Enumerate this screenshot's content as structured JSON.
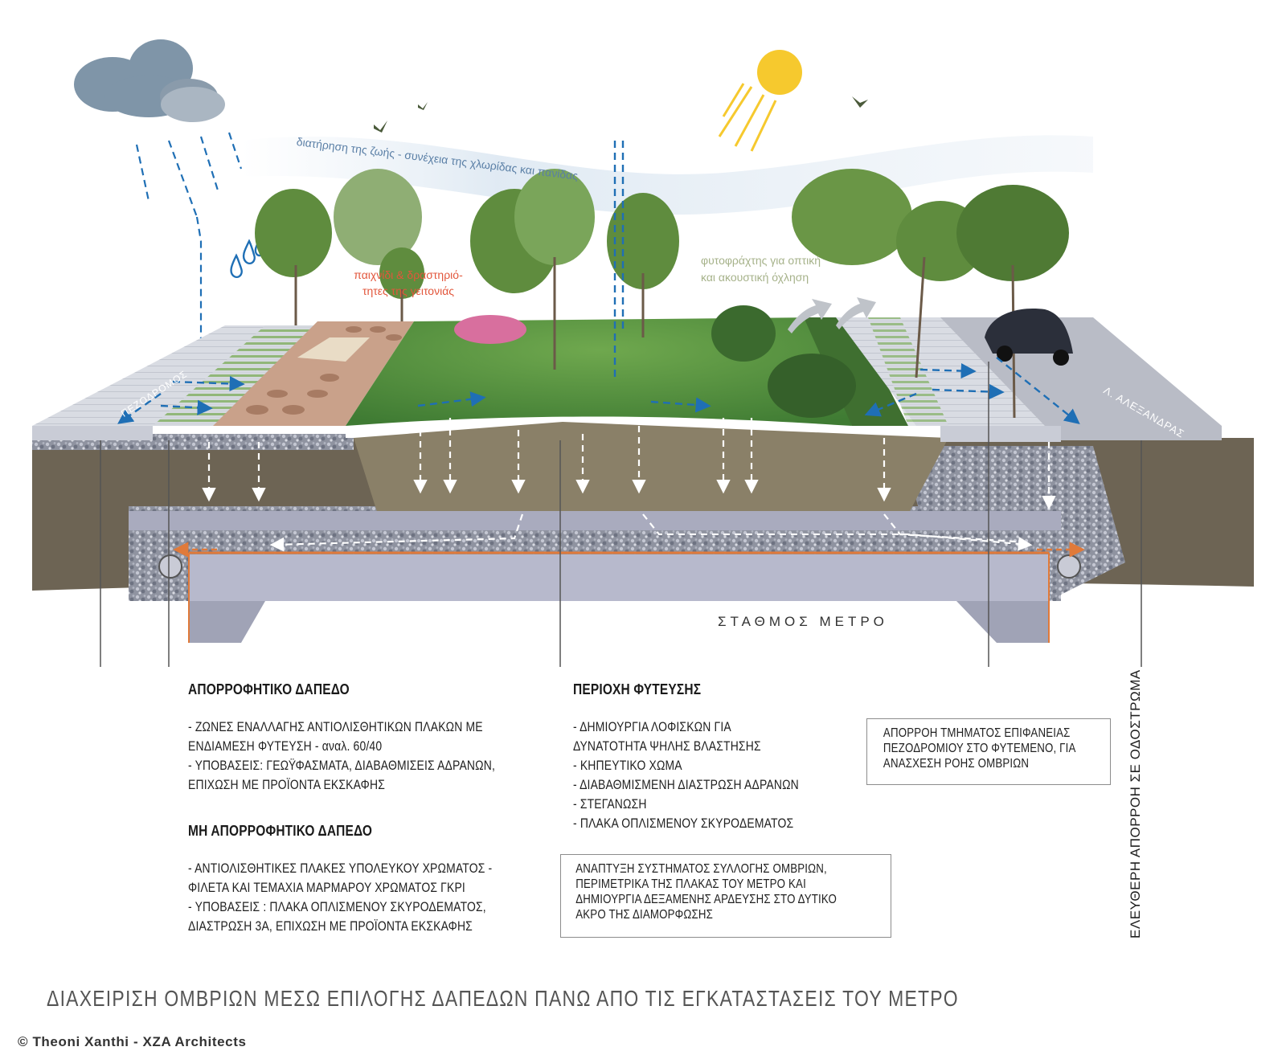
{
  "scene": {
    "curve_label": "διατήρηση της ζωής - συνέχεια της χλωρίδας και πανίδας",
    "play_label": [
      "παιχνίδι & δραστηριό-",
      "τητες της γειτονιάς"
    ],
    "buffer_label": [
      "φυτοφράχτης για οπτική",
      "και ακουστική όχληση"
    ],
    "sidewalk_label": "ΠΕΖΟΔΡΟΜΟΣ",
    "road_label": "Λ. ΑΛΕΞΑΝΔΡΑΣ",
    "metro_label": "ΣΤΑΘΜΟΣ ΜΕΤΡΟ",
    "colors": {
      "water": "#1f6fb5",
      "soil": "#6d6454",
      "gravel": "#9ca0ab",
      "concrete": "#a9abbe",
      "grass": "#4f8f3c",
      "deck": "#c9a18a",
      "sun": "#f6c92e",
      "cloud": "#7f95a8",
      "pipe_orange": "#e07a3a"
    }
  },
  "legend": {
    "absorbent": {
      "title": "ΑΠΟΡΡΟΦΗΤΙΚΟ ΔΑΠΕΔΟ",
      "lines": [
        "- ΖΩΝΕΣ ΕΝΑΛΛΑΓΗΣ ΑΝΤΙΟΛΙΣΘΗΤΙΚΩΝ ΠΛΑΚΩΝ ΜΕ",
        "ΕΝΔΙΑΜΕΣΗ ΦΥΤΕΥΣΗ - αναλ. 60/40",
        "- ΥΠΟΒΑΣΕΙΣ: ΓΕΩΫΦΑΣΜΑΤΑ, ΔΙΑΒΑΘΜΙΣΕΙΣ ΑΔΡΑΝΩΝ,",
        "ΕΠΙΧΩΣΗ ΜΕ ΠΡΟΪΟΝΤΑ ΕΚΣΚΑΦΗΣ"
      ]
    },
    "non_absorbent": {
      "title": "ΜΗ ΑΠΟΡΡΟΦΗΤΙΚΟ ΔΑΠΕΔΟ",
      "lines": [
        "- ΑΝΤΙΟΛΙΣΘΗΤΙΚΕΣ ΠΛΑΚΕΣ ΥΠΟΛΕΥΚΟΥ ΧΡΩΜΑΤΟΣ -",
        "ΦΙΛΕΤΑ ΚΑΙ ΤΕΜΑΧΙΑ ΜΑΡΜΑΡΟΥ ΧΡΩΜΑΤΟΣ ΓΚΡΙ",
        "-  ΥΠΟΒΑΣΕΙΣ : ΠΛΑΚΑ ΟΠΛΙΣΜΕΝΟΥ ΣΚΥΡΟΔΕΜΑΤΟΣ,",
        "ΔΙΑΣΤΡΩΣΗ 3Α, ΕΠΙΧΩΣΗ ΜΕ ΠΡΟΪΟΝΤΑ ΕΚΣΚΑΦΗΣ"
      ]
    },
    "planting": {
      "title": "ΠΕΡΙΟΧΗ ΦΥΤΕΥΣΗΣ",
      "lines": [
        "- ΔΗΜΙΟΥΡΓΙΑ ΛΟΦΙΣΚΩΝ ΓΙΑ",
        "ΔΥΝΑΤΟΤΗΤΑ ΨΗΛΗΣ ΒΛΑΣΤΗΣΗΣ",
        "- ΚΗΠΕΥΤΙΚΟ ΧΩΜΑ",
        "- ΔΙΑΒΑΘΜΙΣΜΕΝΗ ΔΙΑΣΤΡΩΣΗ ΑΔΡΑΝΩΝ",
        "- ΣΤΕΓΑΝΩΣΗ",
        "- ΠΛΑΚΑ ΟΠΛΙΣΜΕΝΟΥ ΣΚΥΡΟΔΕΜΑΤΟΣ"
      ]
    },
    "box_collection": [
      "ΑΝΑΠΤΥΞΗ ΣΥΣΤΗΜΑΤΟΣ ΣΥΛΛΟΓΗΣ ΟΜΒΡΙΩΝ,",
      "ΠΕΡΙΜΕΤΡΙΚΑ ΤΗΣ ΠΛΑΚΑΣ ΤΟΥ ΜΕΤΡΟ ΚΑΙ",
      "ΔΗΜΙΟΥΡΓΙΑ ΔΕΞΑΜΕΝΗΣ ΑΡΔΕΥΣΗΣ ΣΤΟ ΔΥΤΙΚΟ",
      "ΑΚΡΟ ΤΗΣ ΔΙΑΜΟΡΦΩΣΗΣ"
    ],
    "box_runoff": [
      "ΑΠΟΡΡΟΗ ΤΜΗΜΑΤΟΣ ΕΠΙΦΑΝΕΙΑΣ",
      "ΠΕΖΟΔΡΟΜΙΟΥ ΣΤΟ ΦΥΤΕΜΕΝΟ, ΓΙΑ",
      "ΑΝΑΣΧΕΣΗ ΡΟΗΣ ΟΜΒΡΙΩΝ"
    ],
    "vertical_label": "ΕΛΕΥΘΕΡΗ ΑΠΟΡΡΟΗ ΣΕ ΟΔΟΣΤΡΩΜΑ"
  },
  "footer": {
    "caption": "ΔΙΑΧΕΙΡΙΣΗ ΟΜΒΡΙΩΝ ΜΕΣΩ ΕΠΙΛΟΓΗΣ ΔΑΠΕΔΩΝ ΠΑΝΩ ΑΠΟ ΤΙΣ ΕΓΚΑΤΑΣΤΑΣΕΙΣ ΤΟΥ ΜΕΤΡΟ",
    "credit": "© Theoni Xanthi - XZA Architects"
  }
}
